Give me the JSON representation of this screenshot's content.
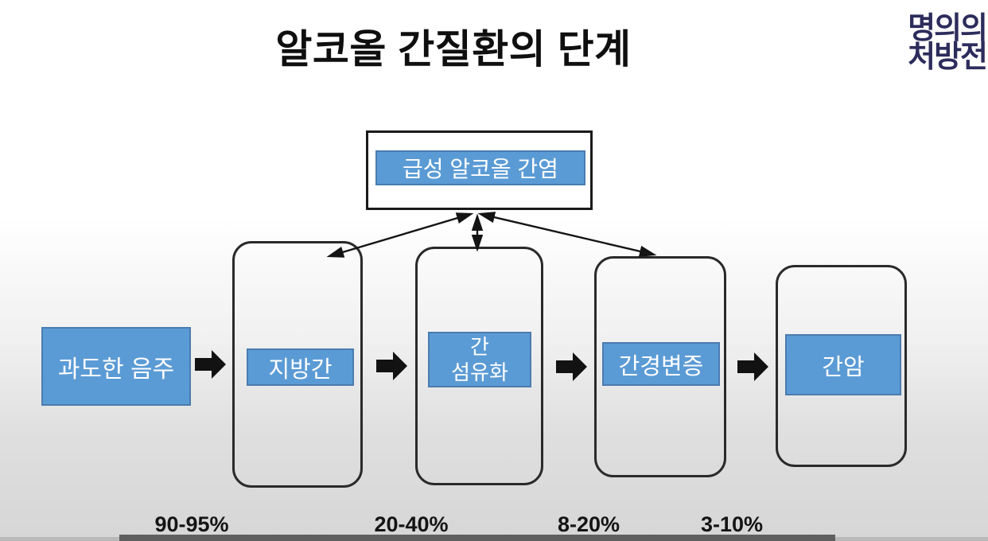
{
  "title": "알코올 간질환의 단계",
  "logo": {
    "line1": "명의의",
    "line2": "처방전",
    "color": "#2c2c5c"
  },
  "acute_box": {
    "label": "급성 알코올 간염"
  },
  "stages": {
    "drinking": {
      "label": "과도한 음주"
    },
    "fatty": {
      "label": "지방간"
    },
    "fibrosis": {
      "label_line1": "간",
      "label_line2": "섬유화"
    },
    "cirrhosis": {
      "label": "간경변증"
    },
    "cancer": {
      "label": "간암"
    }
  },
  "transitions": [
    {
      "percent": "90-95%"
    },
    {
      "percent": "20-40%"
    },
    {
      "percent": "8-20%"
    },
    {
      "percent": "3-10%"
    }
  ],
  "colors": {
    "stage_box_fill": "#5b9bd5",
    "stage_box_border": "#4b7cb0",
    "logo_navy": "#2c2c5c",
    "arrow_black": "#141414",
    "background_bottom": "#d6d6d6"
  }
}
